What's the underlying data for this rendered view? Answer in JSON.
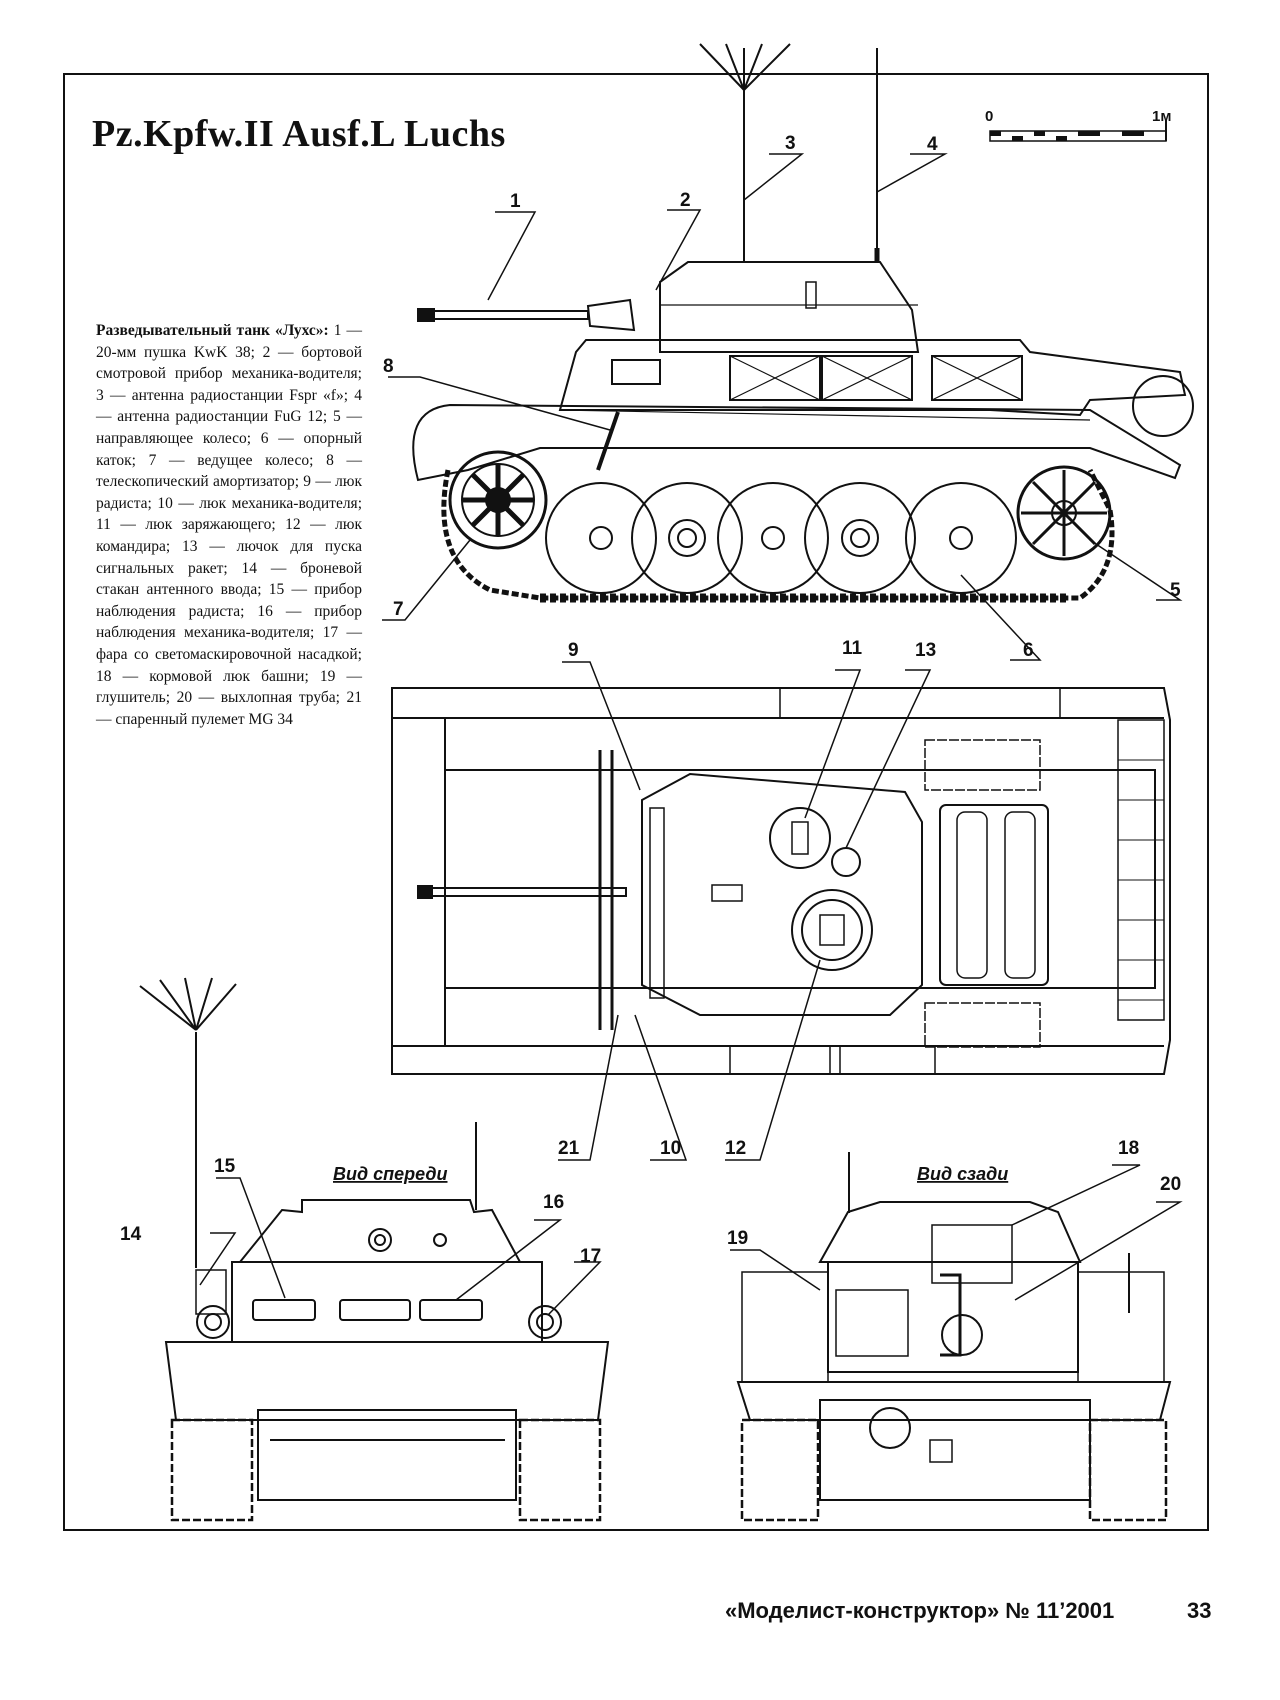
{
  "title": "Pz.Kpfw.II Ausf.L Luchs",
  "scale": {
    "start": "0",
    "end": "1м"
  },
  "legend": {
    "heading": "Разведывательный танк «Лухс»:",
    "body": "1 — 20-мм пушка KwK 38; 2 — бортовой смотровой прибор механика-водителя; 3 — антенна радиостанции Fspr «f»; 4 — антенна радиостанции FuG 12; 5 — направляющее колесо; 6 — опорный каток; 7 — ведущее колесо; 8 — телескопический амортизатор; 9 — люк радиста; 10 — люк механика-водителя; 11 — люк заряжающего; 12 — люк командира; 13 — лючок для пуска сигнальных ракет; 14 — броневой стакан антенного ввода; 15 — прибор наблюдения радиста; 16 — прибор наблюдения механика-водителя; 17 — фара со светомаскировочной насадкой; 18 — кормовой люк башни; 19 — глушитель; 20 — выхлопная труба; 21 — спаренный пулемет MG 34"
  },
  "views": {
    "front": "Вид спереди",
    "rear": "Вид сзади"
  },
  "callouts": [
    "1",
    "2",
    "3",
    "4",
    "5",
    "6",
    "7",
    "8",
    "9",
    "10",
    "11",
    "12",
    "13",
    "14",
    "15",
    "16",
    "17",
    "18",
    "19",
    "20",
    "21"
  ],
  "footer": "«Моделист-конструктор» № 11’2001",
  "page_number": "33"
}
